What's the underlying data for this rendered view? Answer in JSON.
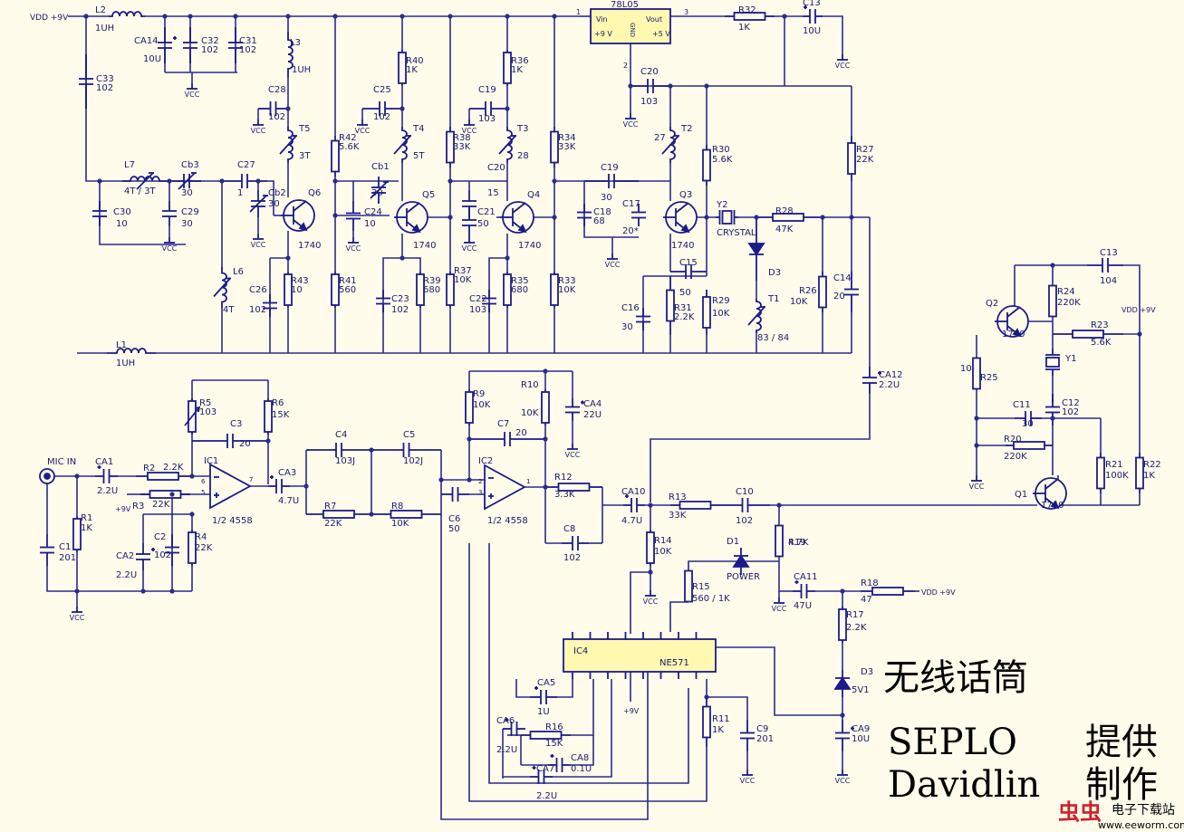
{
  "colors": {
    "background": "#FFFCEB",
    "wire": "#2B2B8C",
    "component": "#1B1B8A",
    "label": "#1A1A6E",
    "ic_fill": "#FFF8B0",
    "title": "#000000",
    "watermark_red": "#D0202A"
  },
  "title": {
    "cn": "无线话筒",
    "author": "SEPLO",
    "provider_cn": "提供",
    "maker": "Davidlin",
    "made_cn": "制作"
  },
  "watermark": {
    "glyphs": "虫虫",
    "site_cn": "电子下载站",
    "url": "www.eeworm.com"
  },
  "labels": {
    "vdd_left": "VDD +9V",
    "vdd_right": "VDD +9V",
    "vdd_mid": "VDD +9V",
    "vcc": "VCC",
    "plus9v": "+9V",
    "plus9v_b": "+9V",
    "mic_in": "MIC IN",
    "vreg_name": "78L05",
    "vreg_vin": "Vin",
    "vreg_vout": "Vout",
    "vreg_in_v": "+9 V",
    "vreg_out_v": "+5 V",
    "vreg_gnd": "GND",
    "vreg_pin1": "1",
    "vreg_pin2": "2",
    "vreg_pin3": "3",
    "ic1": "IC1",
    "ic1_type": "1/2 4558",
    "ic2": "IC2",
    "ic2_type": "1/2 4558",
    "ic4": "IC4",
    "ic4_type": "NE571",
    "pin6": "6",
    "pin5": "5",
    "pin7": "7",
    "pin2": "2",
    "pin3": "3",
    "pin1": "1"
  },
  "components": {
    "L2": "L2",
    "L2v": "1UH",
    "CA14": "CA14",
    "CA14v": "10U",
    "C32": "C32",
    "C32v": "102",
    "C31": "C31",
    "C31v": "102",
    "L3": "L3",
    "L3v": "1UH",
    "C28": "C28",
    "C28v": "102",
    "T5": "T5",
    "T5v": "3T",
    "C33": "C33",
    "C33v": "102",
    "L7": "L7",
    "L7v": "4T / 3T",
    "Cb3": "Cb3",
    "Cb3v": "30",
    "C27": "C27",
    "C27v": "1",
    "Cb2": "Cb2",
    "Cb2v": "30",
    "Q6": "Q6",
    "Q6v": "1740",
    "C30": "C30",
    "C30v": "10",
    "C29": "C29",
    "C29v": "30",
    "L6": "L6",
    "L6v": "4T",
    "C26": "C26",
    "C26v": "102",
    "R43": "R43",
    "R43v": "10",
    "L1": "L1",
    "L1v": "1UH",
    "R42": "R42",
    "R42v": "5.6K",
    "R40": "R40",
    "R40v": "1K",
    "C25": "C25",
    "C25v": "102",
    "T4": "T4",
    "T4v": "5T",
    "Cb1": "Cb1",
    "Cb1v": "30",
    "C24": "C24",
    "C24v": "10",
    "Q5": "Q5",
    "Q5v": "1740",
    "R41": "R41",
    "R41v": "560",
    "C23": "C23",
    "C23v": "102",
    "R39": "R39",
    "R39v": "680",
    "R38": "R38",
    "R38v": "33K",
    "R36": "R36",
    "R36v": "1K",
    "C19a": "C19",
    "C19av": "103",
    "T3": "T3",
    "T3v": "28",
    "C20a": "C20",
    "C20av": "15",
    "C21": "C21",
    "C21v": "50",
    "Q4": "Q4",
    "Q4v": "1740",
    "R37": "R37",
    "R37v": "10K",
    "C22": "C22",
    "C22v": "103",
    "R35": "R35",
    "R35v": "680",
    "R34": "R34",
    "R34v": "33K",
    "R33": "R33",
    "R33v": "10K",
    "C20": "C20",
    "C20v": "103",
    "T2": "T2",
    "T2v": "27",
    "C19": "C19",
    "C19v": "30",
    "C18": "C18",
    "C18v": "68",
    "C17": "C17",
    "C17v": "20*",
    "Q3": "Q3",
    "Q3v": "1740",
    "C16": "C16",
    "C16v": "30",
    "C15": "C15",
    "C15v": "50",
    "R31": "R31",
    "R31v": "2.2K",
    "R29": "R29",
    "R29v": "10K",
    "R30": "R30",
    "R30v": "5.6K",
    "R32": "R32",
    "R32v": "1K",
    "C13a": "C13",
    "C13av": "10U",
    "Y2": "Y2",
    "Y2v": "CRYSTAL",
    "R28": "R28",
    "R28v": "47K",
    "D3a": "D3",
    "T1": "T1",
    "T1v": "83 / 84",
    "R26": "R26",
    "R26v": "10K",
    "C14": "C14",
    "C14v": "20",
    "R27": "R27",
    "R27v": "22K",
    "CA12": "CA12",
    "CA12v": "2.2U",
    "C13": "C13",
    "C13v": "104",
    "Q2": "Q2",
    "Q2v": "1740",
    "R24": "R24",
    "R24v": "220K",
    "R23": "R23",
    "R23v": "5.6K",
    "Y1": "Y1",
    "R25": "R25",
    "R25v": "10",
    "C11": "C11",
    "C11v": "30",
    "C12": "C12",
    "C12v": "102",
    "R20": "R20",
    "R20v": "220K",
    "R21": "R21",
    "R21v": "100K",
    "R22": "R22",
    "R22v": "1K",
    "Q1": "Q1",
    "Q1v": "1740",
    "R5": "R5",
    "R5v": "103",
    "R6": "R6",
    "R6v": "15K",
    "C3": "C3",
    "C3v": "20",
    "CA1": "CA1",
    "CA1v": "2.2U",
    "R2": "R2",
    "R2v": "2.2K",
    "R3": "R3",
    "R3v": "22K",
    "R1": "R1",
    "R1v": "1K",
    "C1": "C1",
    "C1v": "201",
    "CA2": "CA2",
    "CA2v": "2.2U",
    "C2": "C2",
    "C2v": "102",
    "R4": "R4",
    "R4v": "22K",
    "CA3": "CA3",
    "CA3v": "4.7U",
    "C4": "C4",
    "C4v": "103J",
    "C5": "C5",
    "C5v": "102J",
    "R7": "R7",
    "R7v": "22K",
    "R8": "R8",
    "R8v": "10K",
    "C6": "C6",
    "C6v": "50",
    "R9": "R9",
    "R9v": "10K",
    "R10": "R10",
    "R10v": "10K",
    "CA4": "CA4",
    "CA4v": "22U",
    "C7": "C7",
    "C7v": "20",
    "R12": "R12",
    "R12v": "3.3K",
    "C8": "C8",
    "C8v": "102",
    "CA10": "CA10",
    "CA10v": "4.7U",
    "R13": "R13",
    "R13v": "33K",
    "C10": "C10",
    "C10v": "102",
    "R14": "R14",
    "R14v": "10K",
    "D1": "D1",
    "D1v": "POWER",
    "R19": "R19",
    "R19v": "4.7K",
    "R15": "R15",
    "R15v": "560 / 1K",
    "CA11": "CA11",
    "CA11v": "47U",
    "R18": "R18",
    "R18v": "47",
    "R17": "R17",
    "R17v": "2.2K",
    "D3": "D3",
    "D3v": "5V1",
    "CA9": "CA9",
    "CA9v": "10U",
    "C9": "C9",
    "C9v": "201",
    "R11": "R11",
    "R11v": "1K",
    "CA5": "CA5",
    "CA5v": "1U",
    "CA6": "CA6",
    "CA6v": "2.2U",
    "R16": "R16",
    "R16v": "15K",
    "CA8": "CA8",
    "CA8v": "0.1U",
    "CA7": "CA7",
    "CA7v": "2.2U"
  }
}
